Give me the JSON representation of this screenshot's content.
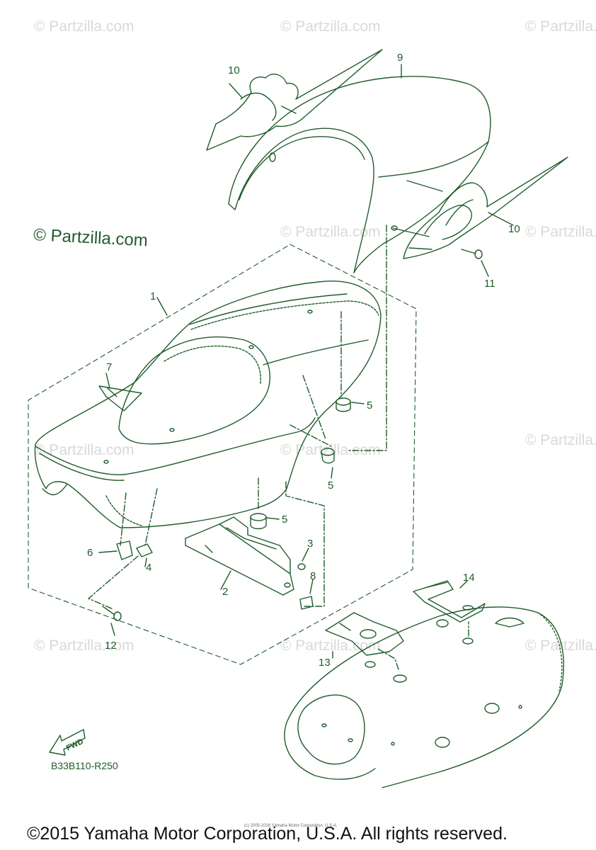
{
  "watermark": "© Partzilla.com",
  "watermark_main": "© Partzilla.com",
  "callouts": {
    "c1": "1",
    "c2": "2",
    "c3": "3",
    "c4": "4",
    "c5a": "5",
    "c5b": "5",
    "c5c": "5",
    "c6": "6",
    "c7": "7",
    "c8": "8",
    "c9": "9",
    "c10a": "10",
    "c10b": "10",
    "c11": "11",
    "c12": "12",
    "c13": "13",
    "c14": "14"
  },
  "fwd_label": "FWD",
  "diagram_code": "B33B110-R250",
  "tiny_copyright": "(c) 2005-2016 Yamaha Motor Corporation, U.S.A.",
  "footer": "©2015 Yamaha Motor Corporation, U.S.A. All rights reserved.",
  "colors": {
    "line": "#1f5c2a",
    "watermark": "#d9d9d9"
  }
}
